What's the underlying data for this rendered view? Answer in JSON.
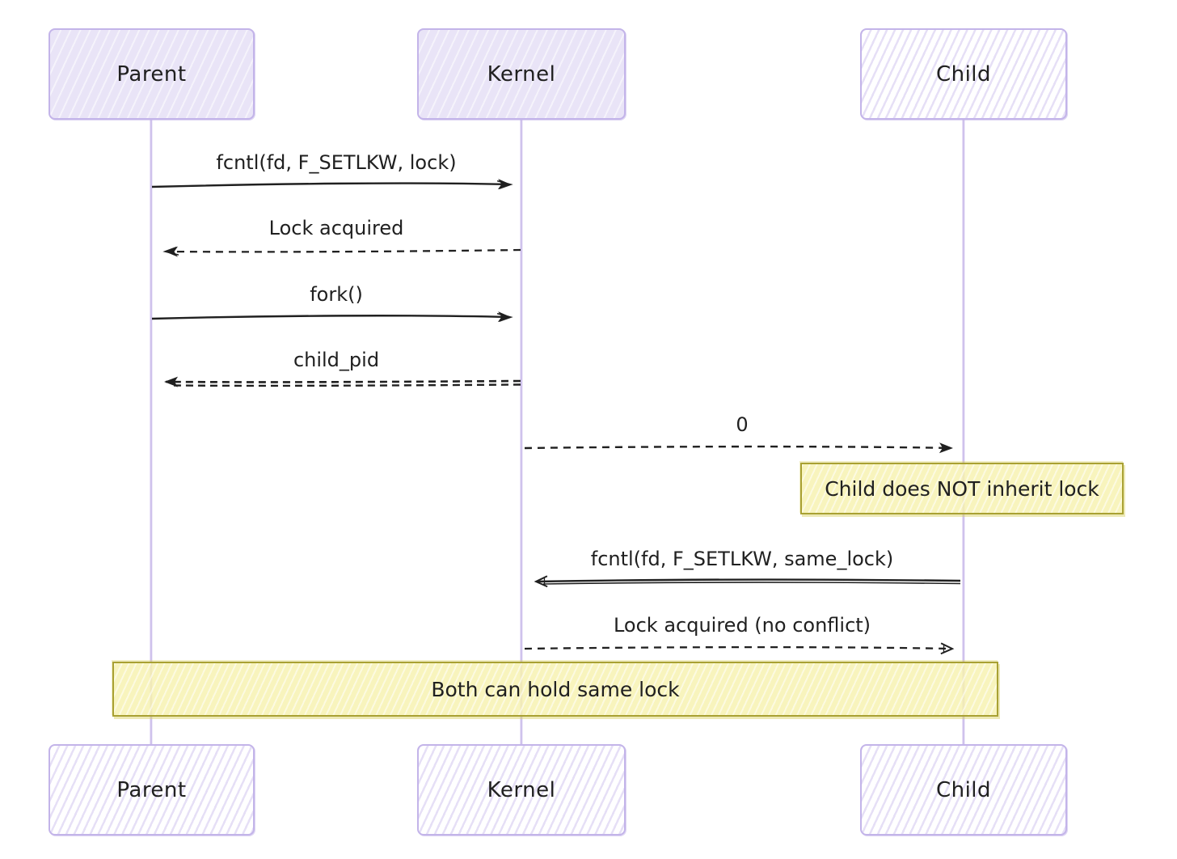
{
  "actors": [
    {
      "name": "Parent"
    },
    {
      "name": "Kernel"
    },
    {
      "name": "Child"
    }
  ],
  "messages": [
    {
      "label": "fcntl(fd, F_SETLKW, lock)",
      "from": "Parent",
      "to": "Kernel",
      "line": "solid",
      "arrow": "sketch-filled"
    },
    {
      "label": "Lock acquired",
      "from": "Kernel",
      "to": "Parent",
      "line": "dashed",
      "arrow": "sketch-filled"
    },
    {
      "label": "fork()",
      "from": "Parent",
      "to": "Kernel",
      "line": "solid",
      "arrow": "sketch-filled"
    },
    {
      "label": "child_pid",
      "from": "Kernel",
      "to": "Parent",
      "line": "double-dashed",
      "arrow": "filled"
    },
    {
      "label": "0",
      "from": "Kernel",
      "to": "Child",
      "line": "dashed",
      "arrow": "filled"
    },
    {
      "label": "fcntl(fd, F_SETLKW, same_lock)",
      "from": "Child",
      "to": "Kernel",
      "line": "solid",
      "arrow": "sketch-open"
    },
    {
      "label": "Lock acquired (no conflict)",
      "from": "Kernel",
      "to": "Child",
      "line": "dashed",
      "arrow": "sketch-open"
    }
  ],
  "notes": [
    {
      "text": "Child does NOT inherit lock",
      "over": "Child"
    },
    {
      "text": "Both can hold same lock",
      "over": "Parent, Kernel, Child"
    }
  ],
  "colors": {
    "actor_fill": "#e9e4f7",
    "actor_border": "#c3b4e9",
    "lifeline": "#cfc2ec",
    "note_fill": "#f7f1af",
    "note_border": "#a9a133",
    "ink": "#202020",
    "background": "#ffffff"
  }
}
